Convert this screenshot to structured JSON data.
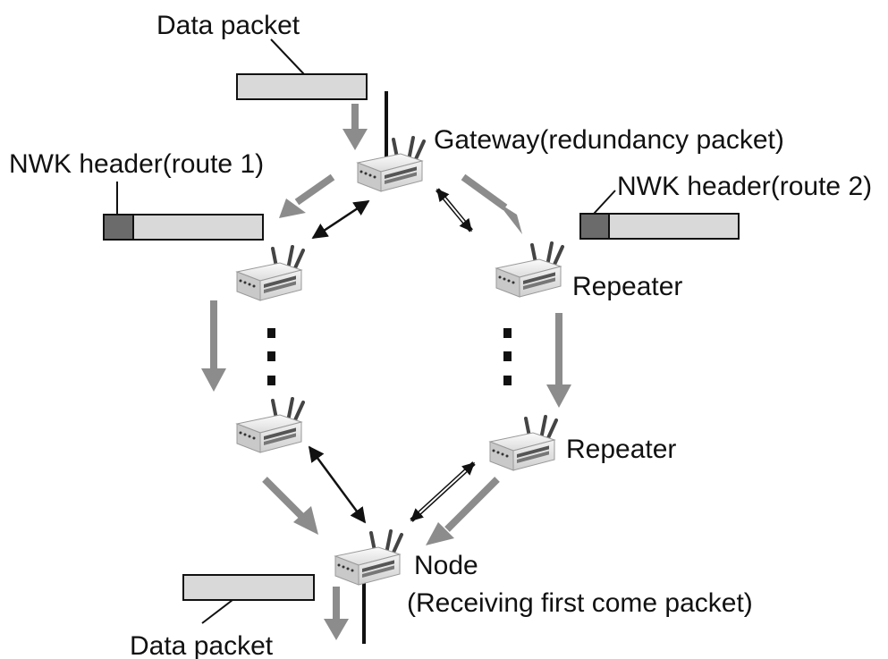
{
  "labels": {
    "data_packet_top": "Data packet",
    "gateway": "Gateway(redundancy packet)",
    "nwk_header_route1": "NWK header(route 1)",
    "nwk_header_route2": "NWK header(route 2)",
    "repeater_upper": "Repeater",
    "repeater_lower": "Repeater",
    "node": "Node",
    "node_sub": "(Receiving first come packet)",
    "data_packet_bottom": "Data packet"
  },
  "colors": {
    "packet_body": "#d9d9d9",
    "packet_header": "#6b6b6b",
    "flow_arrow": "#8c8c8c",
    "device_body": "#e9e9e9",
    "link_arrow": "#111111"
  },
  "icons": {
    "device": "wireless-router-icon",
    "ellipsis": "vertical-ellipsis-icon"
  }
}
